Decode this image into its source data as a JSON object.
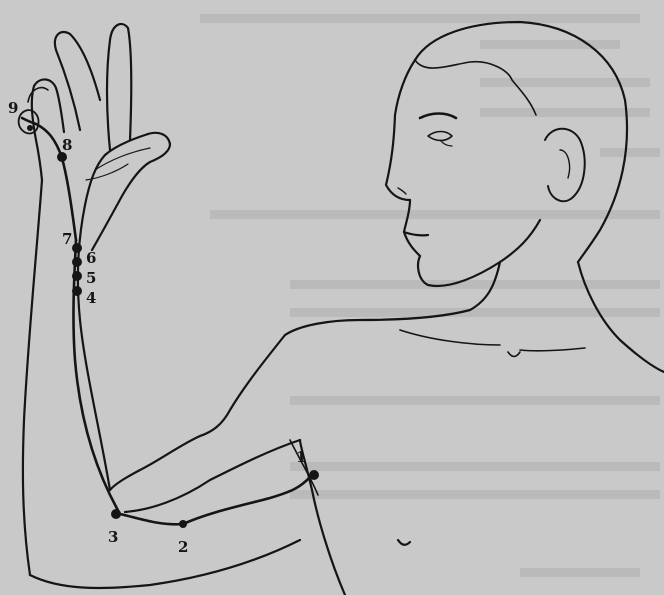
{
  "figure": {
    "background": "#c9c9c9",
    "ink": "#151515",
    "subject": "meridian-points-on-arm",
    "points": [
      {
        "label": "1"
      },
      {
        "label": "2"
      },
      {
        "label": "3"
      },
      {
        "label": "4"
      },
      {
        "label": "5"
      },
      {
        "label": "6"
      },
      {
        "label": "7"
      },
      {
        "label": "8"
      },
      {
        "label": "9"
      }
    ]
  }
}
